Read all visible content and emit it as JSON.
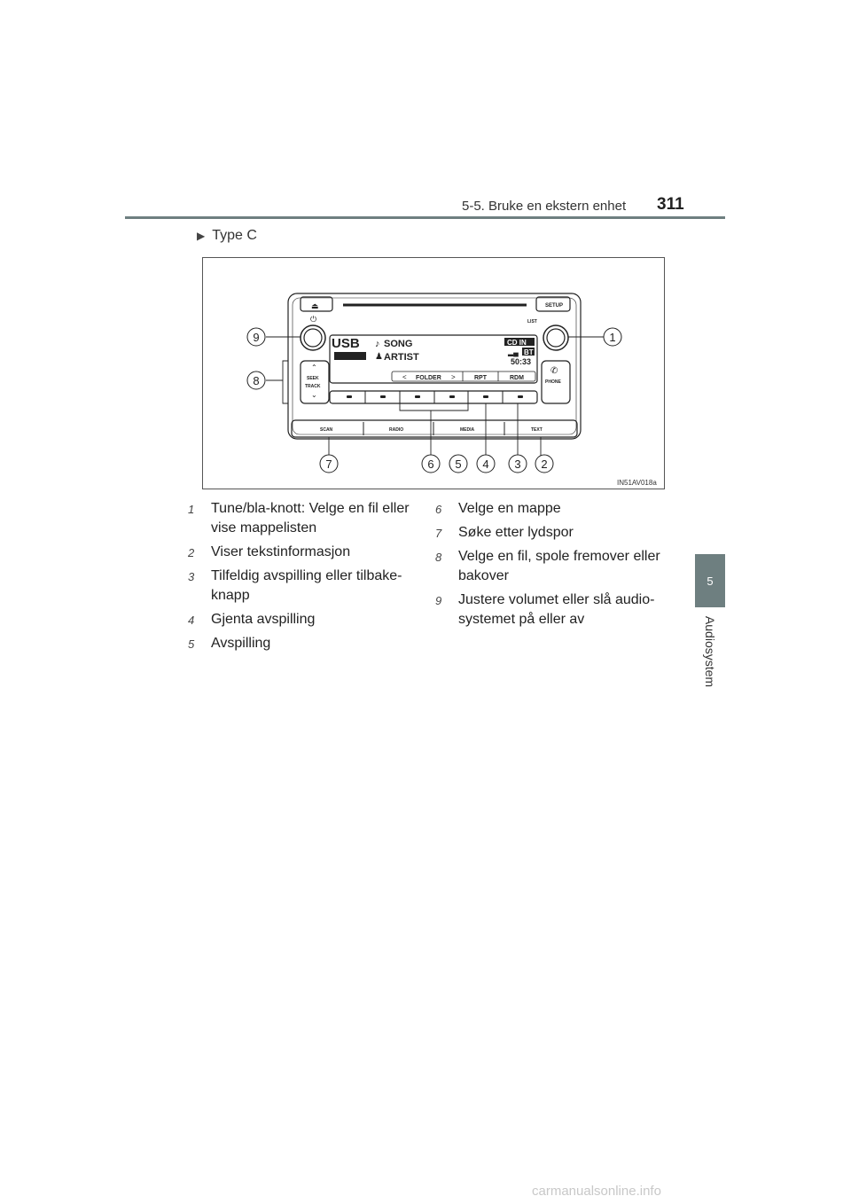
{
  "header": {
    "title": "5-5. Bruke en ekstern enhet",
    "page_number": "311"
  },
  "side_tab": {
    "number": "5",
    "label": "Audiosystem"
  },
  "subheading": "Type C",
  "figure": {
    "image_code": "IN51AV018a",
    "display": {
      "source": "USB",
      "song": "SONG",
      "artist": "ARTIST",
      "badge_cdin": "CD IN",
      "badge_bt": "BT",
      "time": "50:33"
    },
    "softkeys": {
      "folder": "FOLDER",
      "rpt": "RPT",
      "rdm": "RDM"
    },
    "buttons": {
      "setup": "SETUP",
      "list": "LIST",
      "seek": "SEEK",
      "track": "TRACK",
      "phone": "PHONE",
      "scan": "SCAN",
      "radio": "RADIO",
      "media": "MEDIA",
      "text": "TEXT"
    },
    "callouts": [
      "1",
      "2",
      "3",
      "4",
      "5",
      "6",
      "7",
      "8",
      "9"
    ]
  },
  "items_left": [
    {
      "num": "1",
      "text": "Tune/bla-knott: Velge en fil eller vise mappelisten"
    },
    {
      "num": "2",
      "text": "Viser tekstinformasjon"
    },
    {
      "num": "3",
      "text": "Tilfeldig avspilling eller tilbake-knapp"
    },
    {
      "num": "4",
      "text": "Gjenta avspilling"
    },
    {
      "num": "5",
      "text": "Avspilling"
    }
  ],
  "items_right": [
    {
      "num": "6",
      "text": "Velge en mappe"
    },
    {
      "num": "7",
      "text": "Søke etter lydspor"
    },
    {
      "num": "8",
      "text": "Velge en fil, spole fremover eller bakover"
    },
    {
      "num": "9",
      "text": "Justere volumet eller slå audio-systemet på eller av"
    }
  ],
  "watermark": "carmanualsonline.info"
}
